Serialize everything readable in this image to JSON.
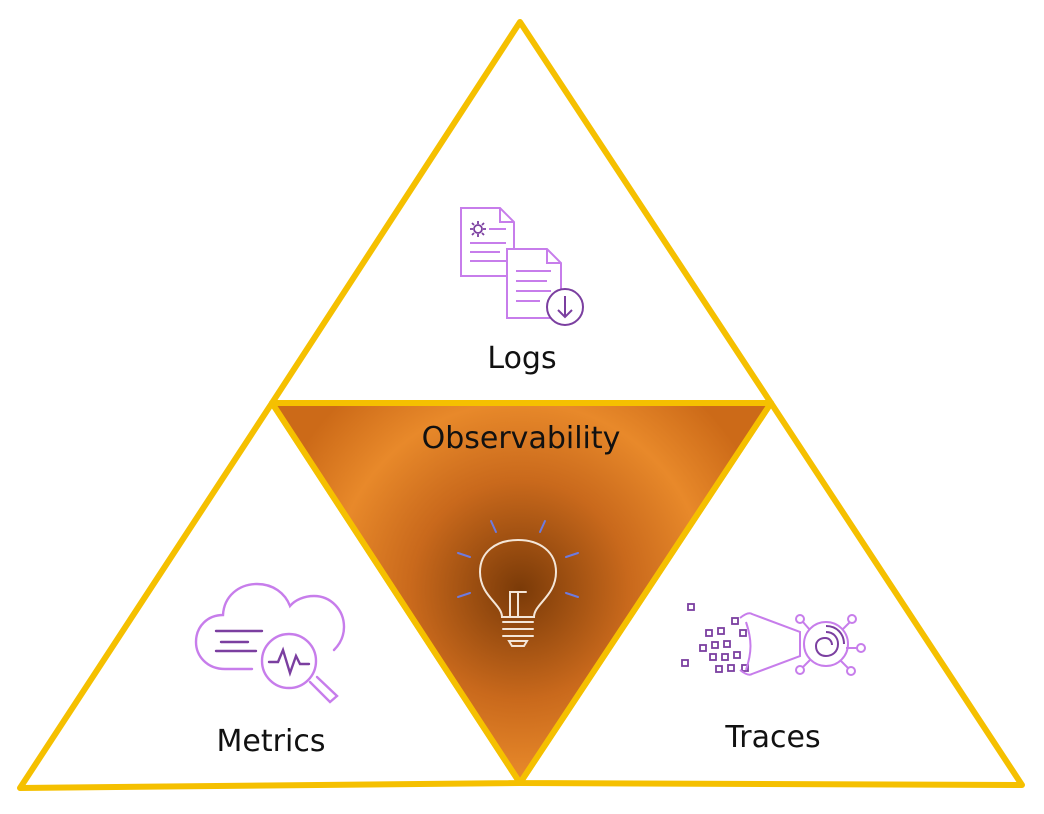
{
  "center": {
    "label": "Observability",
    "icon": "lightbulb-icon"
  },
  "pillars": [
    {
      "id": "logs",
      "label": "Logs",
      "icon": "log-documents-icon"
    },
    {
      "id": "metrics",
      "label": "Metrics",
      "icon": "cloud-metrics-search-icon"
    },
    {
      "id": "traces",
      "label": "Traces",
      "icon": "trace-funnel-fingerprint-icon"
    }
  ],
  "colors": {
    "outline": "#F5C000",
    "center_light": "#E8892A",
    "center_dark": "#7A3A08",
    "icon": "#C77DEB",
    "icon_dark": "#7B3FA0",
    "rays": "#6D7BE0"
  }
}
